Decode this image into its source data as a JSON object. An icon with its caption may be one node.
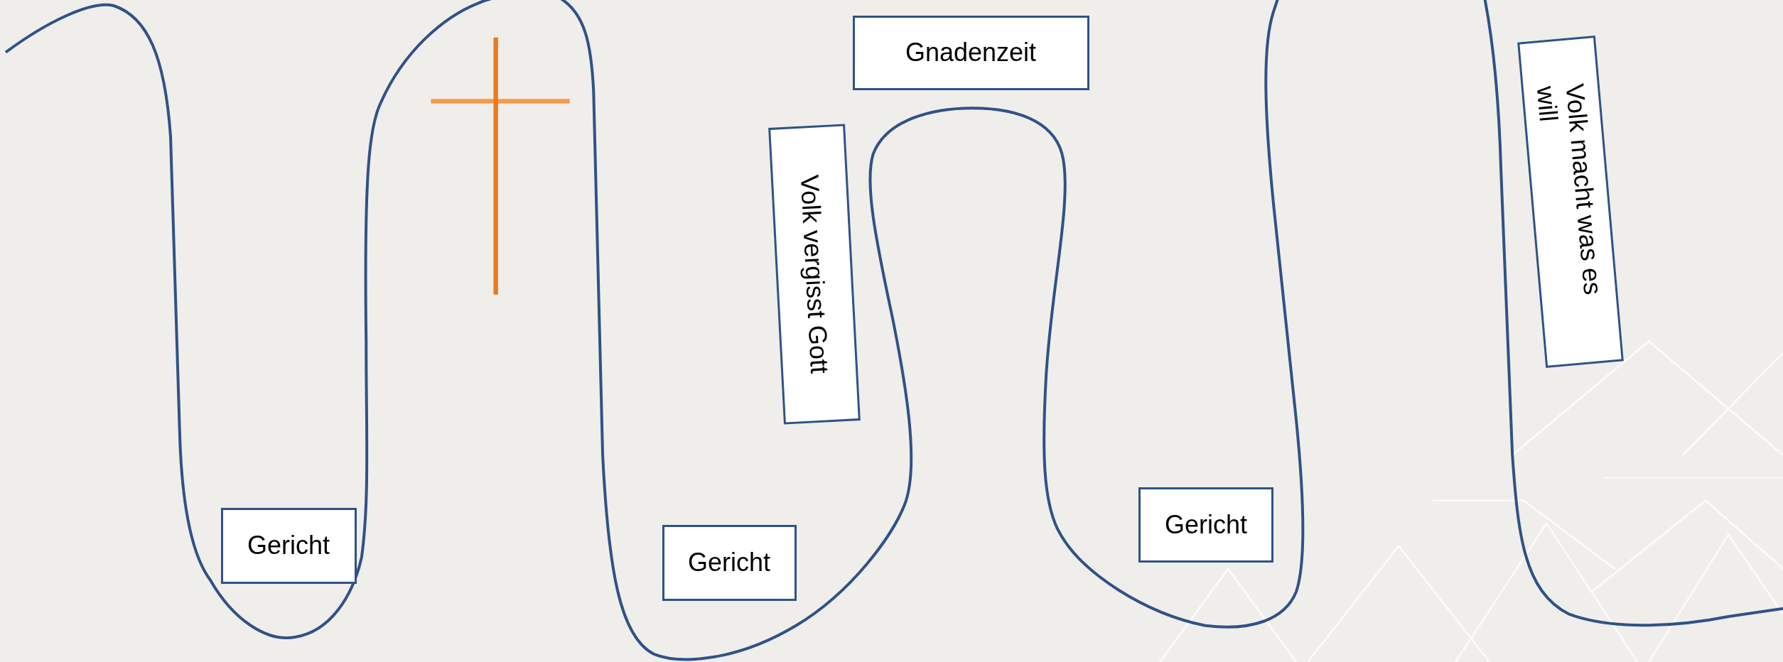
{
  "diagram": {
    "nodes": [
      {
        "text": [
          "Gnadenzeit"
        ]
      },
      {
        "text": [
          "Volk vergisst Gott"
        ]
      },
      {
        "text": [
          "Volk macht was es will"
        ]
      },
      {
        "text": [
          "Gericht"
        ]
      },
      {
        "text": [
          "Gericht"
        ]
      },
      {
        "text": [
          "Gericht"
        ]
      }
    ]
  }
}
